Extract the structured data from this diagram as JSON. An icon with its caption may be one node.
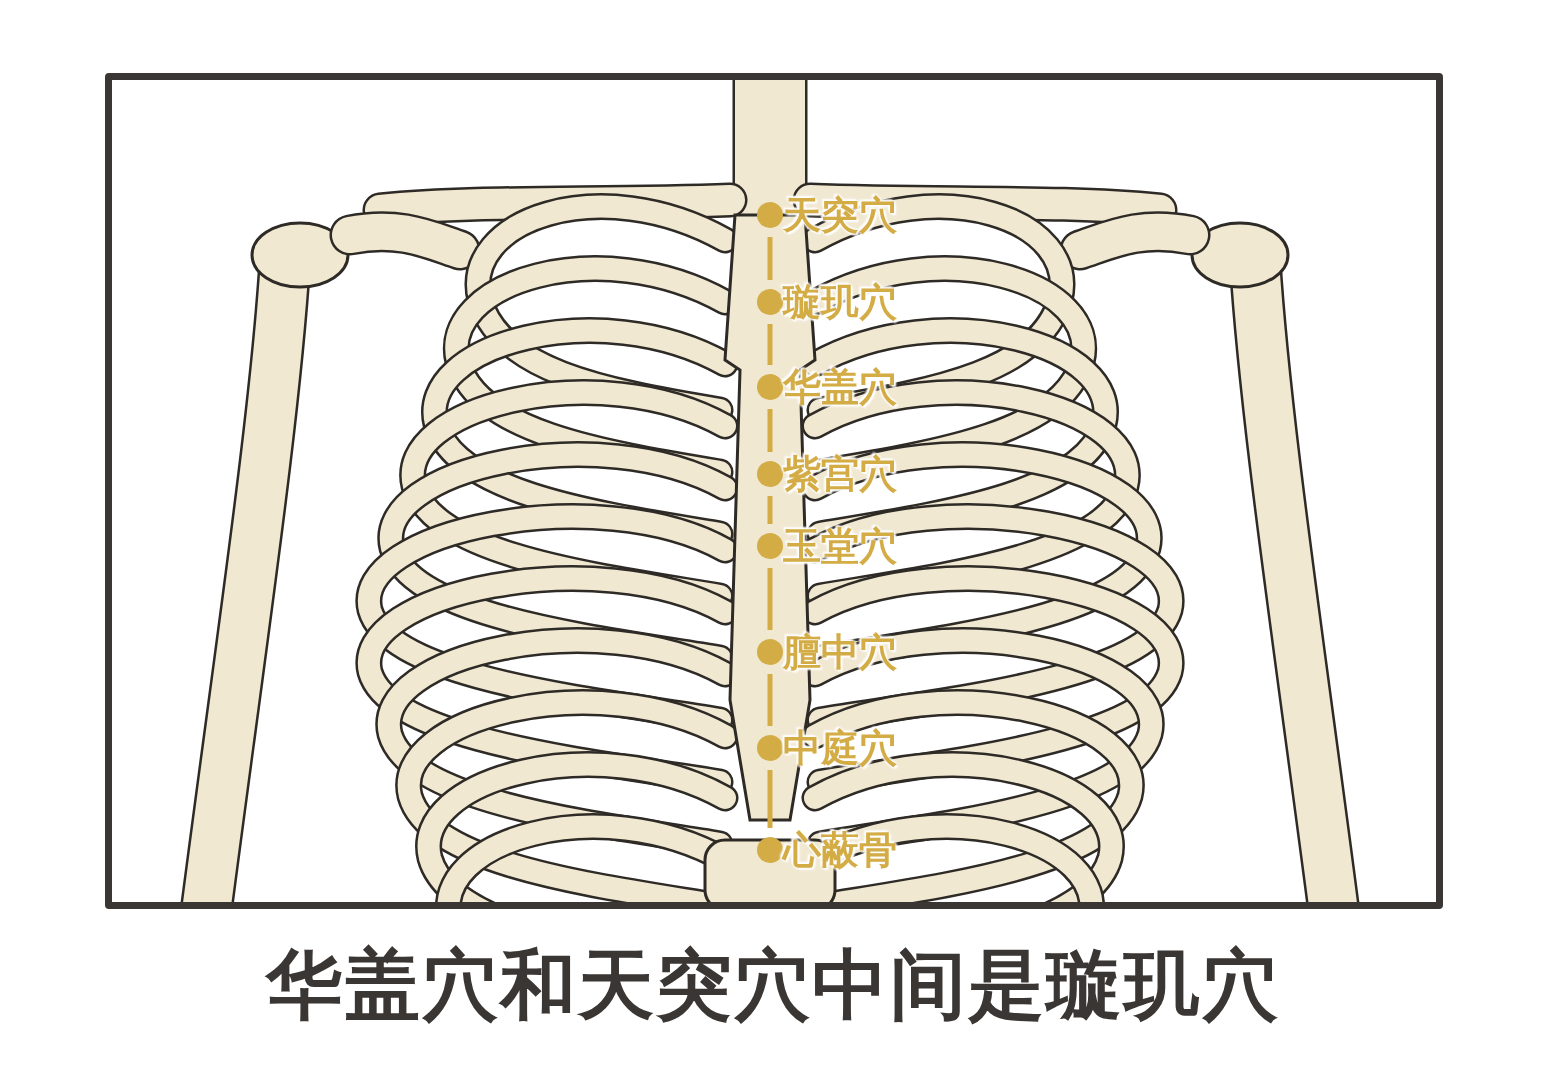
{
  "diagram": {
    "caption": "华盖穴和天突穴中间是璇玑穴",
    "nodes": [
      {
        "text": [
          "天突穴"
        ]
      },
      {
        "text": [
          "璇玑穴"
        ]
      },
      {
        "text": [
          "华盖穴"
        ]
      },
      {
        "text": [
          "紫宫穴"
        ]
      },
      {
        "text": [
          "玉堂穴"
        ]
      },
      {
        "text": [
          "膻中穴"
        ]
      },
      {
        "text": [
          "中庭穴"
        ]
      },
      {
        "text": [
          "心蔽骨"
        ]
      }
    ],
    "edges": [
      {
        "from": 0,
        "to": 1,
        "arrow": "none",
        "color": "#d4ac45"
      },
      {
        "from": 1,
        "to": 2,
        "arrow": "none",
        "color": "#d4ac45"
      },
      {
        "from": 2,
        "to": 3,
        "arrow": "none",
        "color": "#d4ac45"
      },
      {
        "from": 3,
        "to": 4,
        "arrow": "none",
        "color": "#d4ac45"
      },
      {
        "from": 4,
        "to": 5,
        "arrow": "none",
        "color": "#d4ac45"
      },
      {
        "from": 5,
        "to": 6,
        "arrow": "none",
        "color": "#d4ac45"
      },
      {
        "from": 6,
        "to": 7,
        "arrow": "none",
        "color": "#d4ac45"
      }
    ]
  }
}
